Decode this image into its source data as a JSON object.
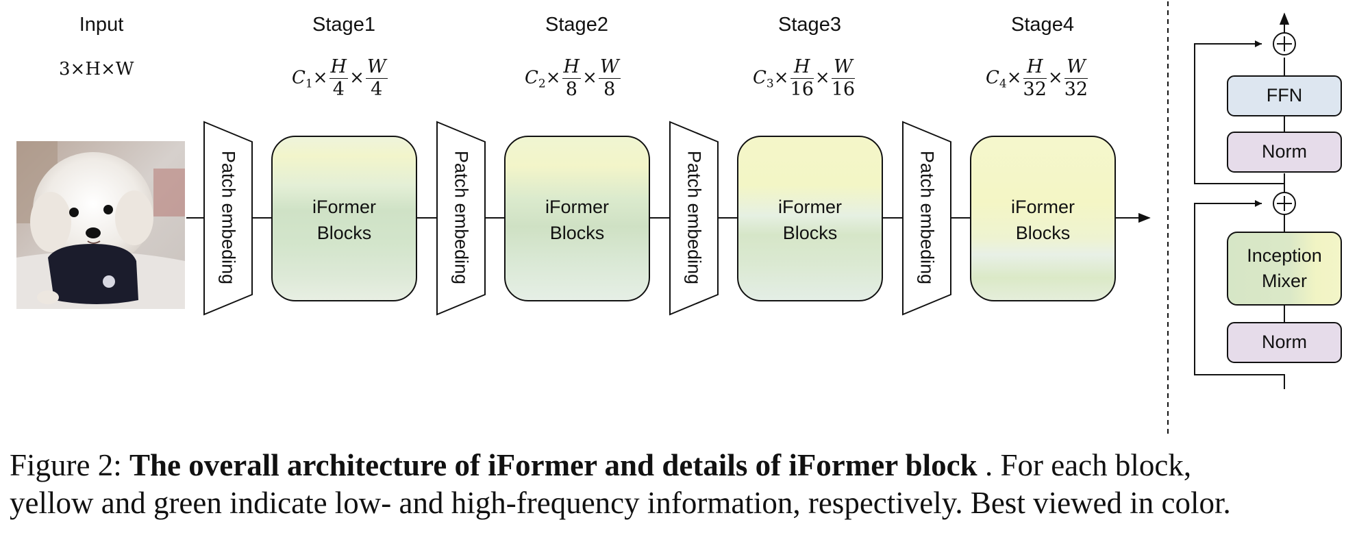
{
  "input": {
    "label": "Input",
    "dims": "3×H×W"
  },
  "stages": [
    {
      "label": "Stage1",
      "channel": "C",
      "sub": "1",
      "h_den": "4",
      "w_den": "4",
      "block_line1": "iFormer",
      "block_line2": "Blocks"
    },
    {
      "label": "Stage2",
      "channel": "C",
      "sub": "2",
      "h_den": "8",
      "w_den": "8",
      "block_line1": "iFormer",
      "block_line2": "Blocks"
    },
    {
      "label": "Stage3",
      "channel": "C",
      "sub": "3",
      "h_den": "16",
      "w_den": "16",
      "block_line1": "iFormer",
      "block_line2": "Blocks"
    },
    {
      "label": "Stage4",
      "channel": "C",
      "sub": "4",
      "h_den": "32",
      "w_den": "32",
      "block_line1": "iFormer",
      "block_line2": "Blocks"
    }
  ],
  "frac_num_h": "H",
  "frac_num_w": "W",
  "patch_embedding_label": "Patch embeding",
  "block_detail": {
    "ffn": "FFN",
    "norm_top": "Norm",
    "mixer_line1": "Inception",
    "mixer_line2": "Mixer",
    "norm_bottom": "Norm"
  },
  "caption": {
    "prefix": "Figure 2: ",
    "bold": "The overall architecture of iFormer and details of iFormer block",
    "rest_line1": " .  For each block,",
    "line2": "yellow and green indicate low- and high-frequency information, respectively. Best viewed in color."
  },
  "colors": {
    "yellow": "#f4f6c8",
    "green": "#cfe3c4",
    "ffn_fill": "#dde6f0",
    "norm_fill": "#e6dcea"
  }
}
